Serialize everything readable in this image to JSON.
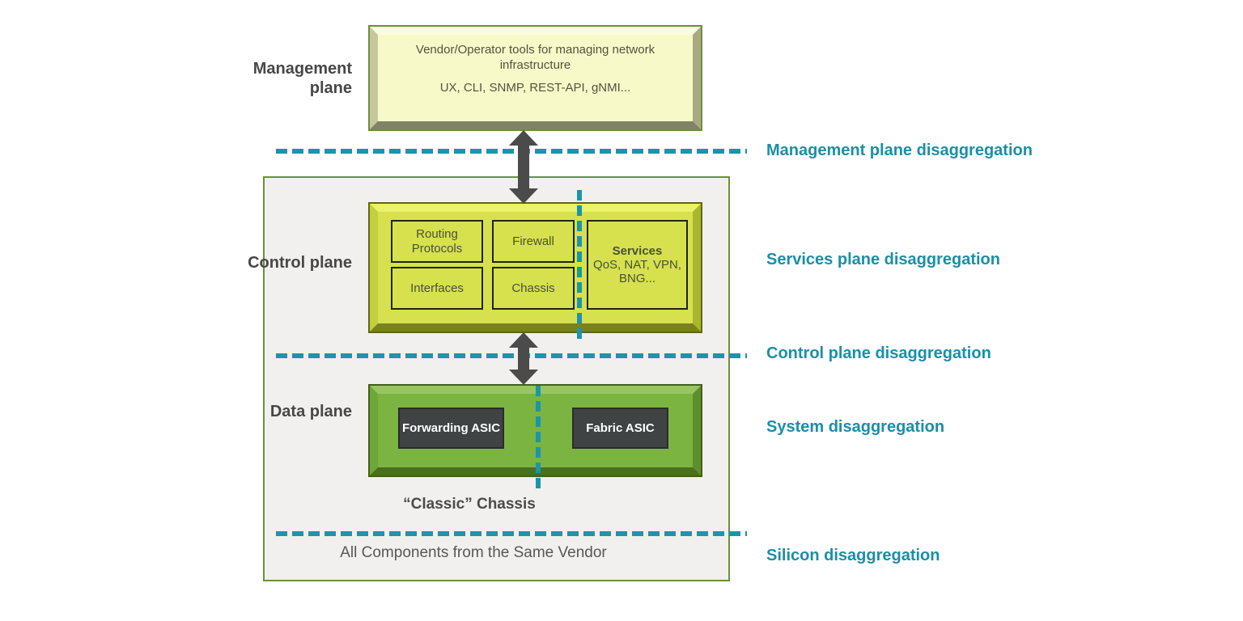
{
  "left_labels": {
    "management": "Management plane",
    "control": "Control plane",
    "data": "Data plane"
  },
  "management_box": {
    "line1": "Vendor/Operator tools for managing network infrastructure",
    "line2": "UX, CLI, SNMP, REST-API, gNMI..."
  },
  "control_box": {
    "modules": [
      "Routing Protocols",
      "Firewall",
      "Interfaces",
      "Chassis"
    ],
    "services_title": "Services",
    "services_items": "QoS, NAT, VPN, BNG..."
  },
  "data_box": {
    "forwarding": "Forwarding ASIC",
    "fabric": "Fabric ASIC"
  },
  "captions": {
    "chassis": "“Classic” Chassis",
    "vendor": "All Components from the Same Vendor"
  },
  "disaggregation_labels": {
    "management": "Management plane disaggregation",
    "services": "Services plane disaggregation",
    "control": "Control plane disaggregation",
    "system": "System disaggregation",
    "silicon": "Silicon disaggregation"
  },
  "colors": {
    "teal_dash": "#1b95ab",
    "teal_text": "#1a8fa8",
    "management_fill": "#f7f9c9",
    "control_fill": "#d6e14d",
    "data_fill": "#7cb442",
    "asic_fill": "#404343",
    "container_fill": "#f1f0ee",
    "container_border": "#69913c",
    "dark_text": "#474747",
    "arrow": "#4b4b4b"
  }
}
